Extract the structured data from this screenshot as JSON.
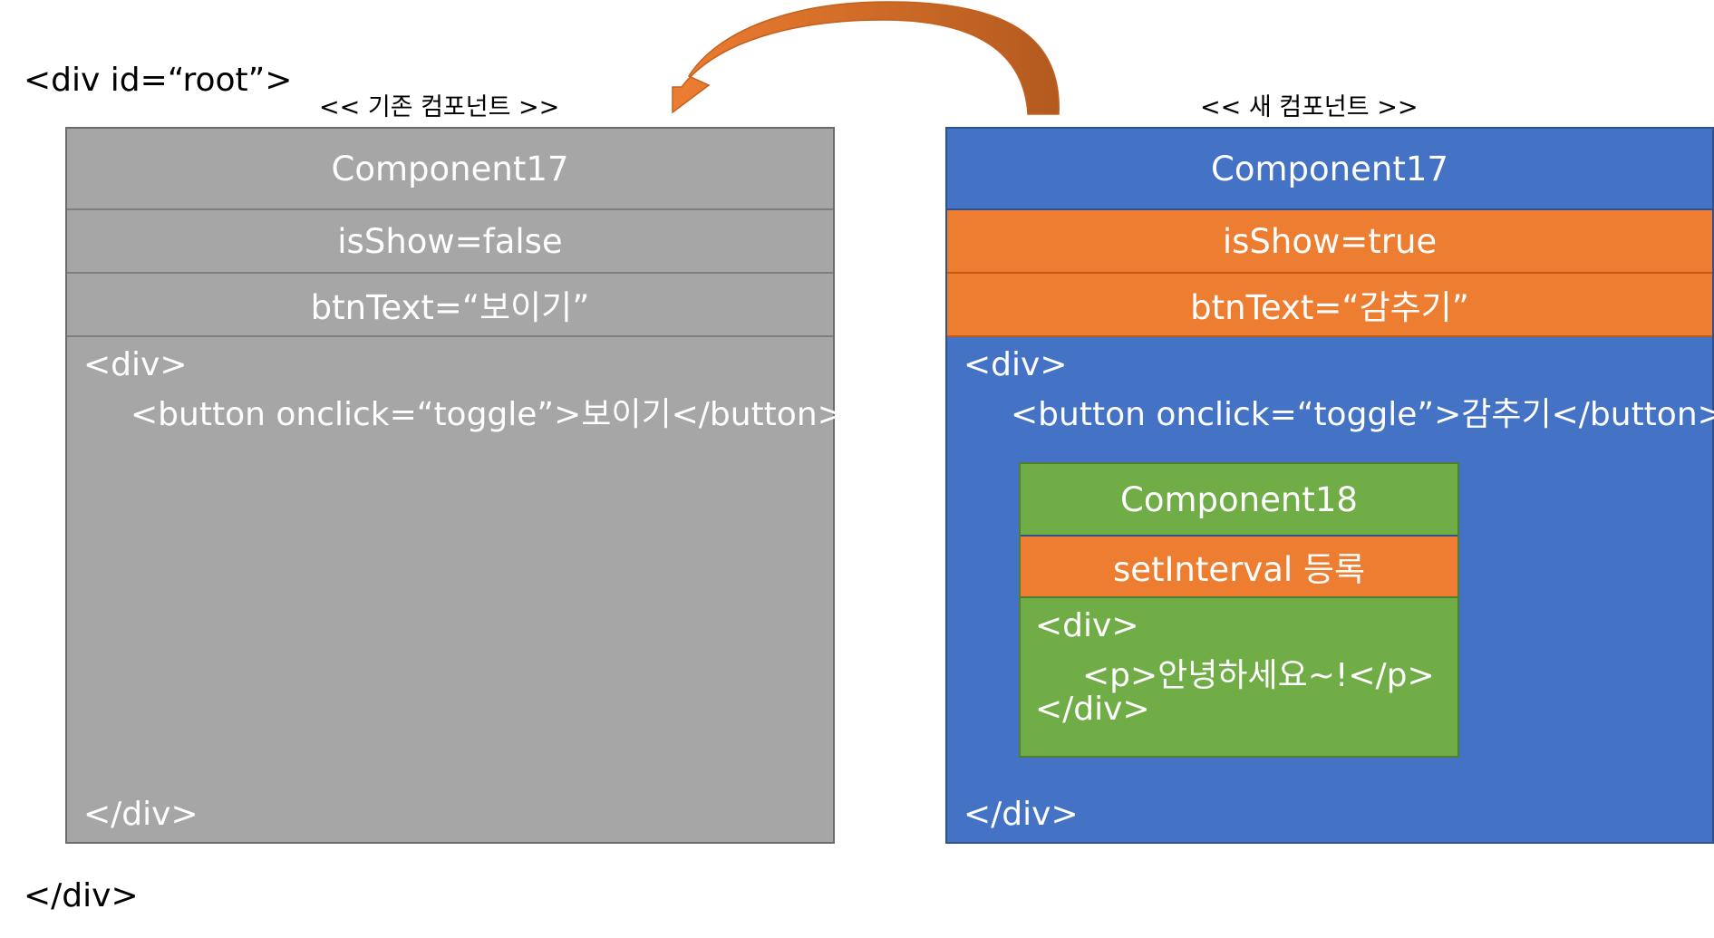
{
  "root": {
    "open_tag": "<div id=“root”>",
    "close_tag": "</div>"
  },
  "old_component": {
    "caption": "<< 기존 컴포넌트 >>",
    "name": "Component17",
    "state_is_show": "isShow=false",
    "state_btn_text": "btnText=“보이기”",
    "code_div_open": "<div>",
    "code_button": "<button onclick=“toggle”>보이기</button>",
    "code_div_close": "</div>"
  },
  "new_component": {
    "caption": "<< 새 컴포넌트 >>",
    "name": "Component17",
    "state_is_show": "isShow=true",
    "state_btn_text": "btnText=“감추기”",
    "code_div_open": "<div>",
    "code_button": "<button onclick=“toggle”>감추기</button>",
    "code_div_close": "</div>",
    "child": {
      "name": "Component18",
      "effect": "setInterval 등록",
      "code_div_open": "<div>",
      "code_p": "<p>안녕하세요~!</p>",
      "code_div_close": "</div>"
    }
  },
  "colors": {
    "old_panel": "#a6a6a6",
    "new_panel": "#4472c4",
    "highlight": "#ed7d31",
    "child_panel": "#70ad47",
    "arrow": "#ed7d31"
  },
  "arrow": {
    "direction": "from new component to old component"
  }
}
